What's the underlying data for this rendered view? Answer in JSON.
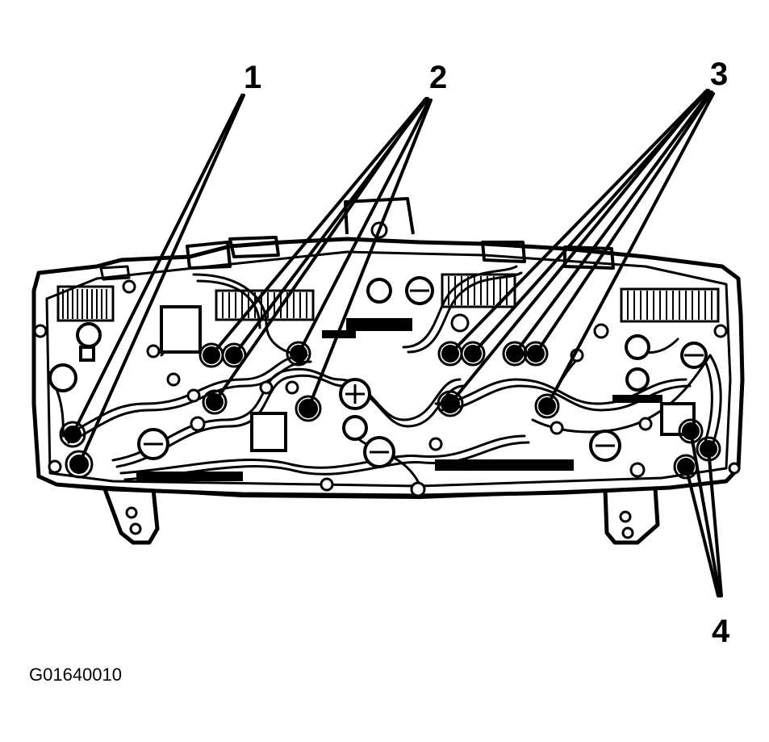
{
  "diagram": {
    "callouts": {
      "c1": "1",
      "c2": "2",
      "c3": "3",
      "c4": "4"
    },
    "figure_code": "G01640010",
    "ink_color": "#000000",
    "paper_color": "#ffffff"
  }
}
